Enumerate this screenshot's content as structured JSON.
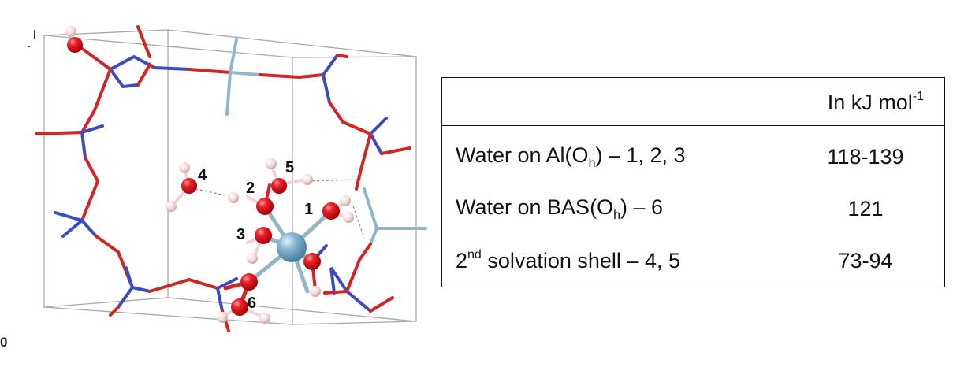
{
  "figure": {
    "corner_label": "0",
    "atom_labels": [
      "1",
      "2",
      "3",
      "4",
      "5",
      "6"
    ]
  },
  "table": {
    "header": {
      "unit_text": "In kJ mol",
      "unit_exponent": "-1"
    },
    "rows": [
      {
        "pre": "Water on Al(O",
        "sub": "h",
        "sup": "",
        "post": ") – 1, 2, 3",
        "value": "118-139"
      },
      {
        "pre": "Water on BAS(O",
        "sub": "h",
        "sup": "",
        "post": ") – 6",
        "value": "121"
      },
      {
        "pre": "2",
        "sub": "",
        "sup": "nd",
        "post": " solvation shell – 4, 5",
        "value": "73-94"
      }
    ]
  },
  "colors": {
    "oxygen": "#e0141c",
    "hydrogen": "#f0d4d4",
    "aluminum": "#7fb0d0",
    "framework_al_bond": "#94b4c8",
    "framework_si_bond": "#3b4bc4",
    "framework_o_bond": "#d42424",
    "unit_cell": "#a8a8a8"
  }
}
